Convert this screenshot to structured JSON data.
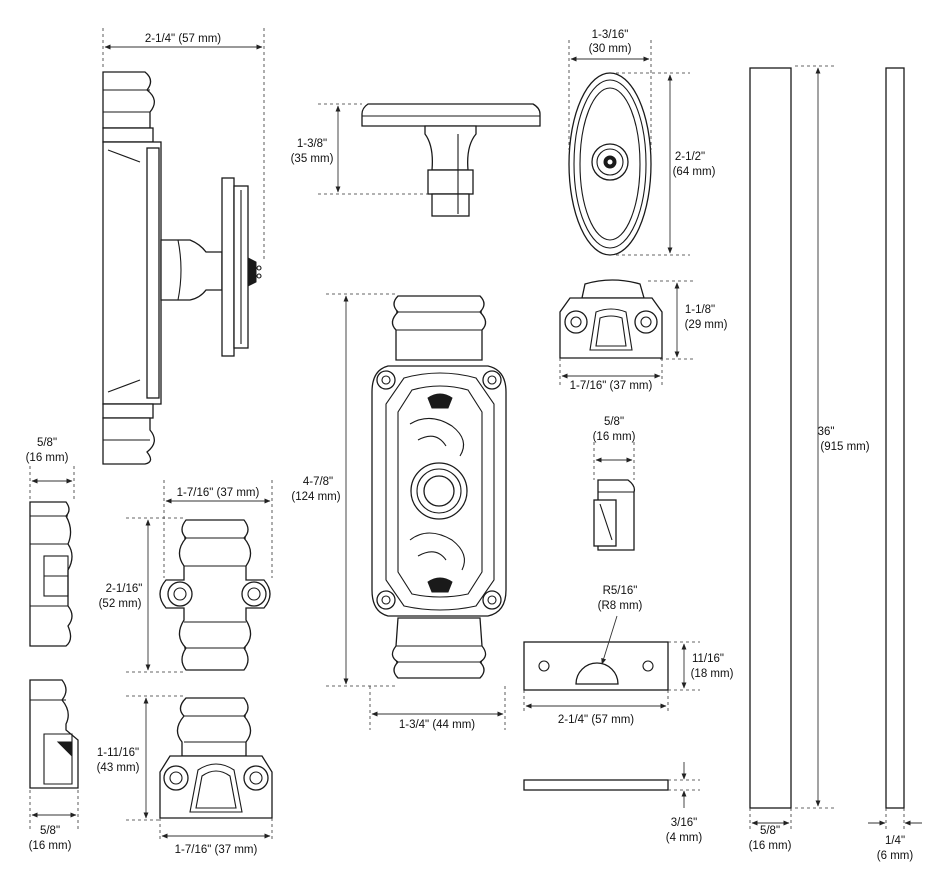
{
  "colors": {
    "line": "#1a1a1a",
    "background": "#ffffff"
  },
  "dimensions": {
    "knob_side_width": "2-1/4\" (57 mm)",
    "cap_height_in": "1-3/8\"",
    "cap_height_mm": "(35 mm)",
    "oval_width_in": "1-3/16\"",
    "oval_width_mm": "(30 mm)",
    "oval_height_in": "2-1/2\"",
    "oval_height_mm": "(64 mm)",
    "top_bracket_height_in": "1-1/8\"",
    "top_bracket_height_mm": "(29 mm)",
    "top_bracket_width": "1-7/16\" (37 mm)",
    "small_side_width_in": "5/8\"",
    "small_side_width_mm": "(16 mm)",
    "plate_height_in": "4-7/8\"",
    "plate_height_mm": "(124 mm)",
    "plate_width": "1-3/4\" (44 mm)",
    "guide_width_top": "1-7/16\" (37 mm)",
    "guide_height_in": "2-1/16\"",
    "guide_height_mm": "(52 mm)",
    "bracket_height_in": "1-11/16\"",
    "bracket_height_mm": "(43 mm)",
    "bracket_width_bottom": "1-7/16\" (37 mm)",
    "side_width_in": "5/8\"",
    "side_width_mm": "(16 mm)",
    "side_width_bottom_in": "5/8\"",
    "side_width_bottom_mm": "(16 mm)",
    "strike_radius_in": "R5/16\"",
    "strike_radius_mm": "(R8 mm)",
    "strike_height_in": "11/16\"",
    "strike_height_mm": "(18 mm)",
    "strike_width": "2-1/4\" (57 mm)",
    "strike_thickness_in": "3/16\"",
    "strike_thickness_mm": "(4 mm)",
    "rod_length_in": "36\"",
    "rod_length_mm": "(915 mm)",
    "rod_width_in": "5/8\"",
    "rod_width_mm": "(16 mm)",
    "thin_rod_width_in": "1/4\"",
    "thin_rod_width_mm": "(6 mm)"
  }
}
